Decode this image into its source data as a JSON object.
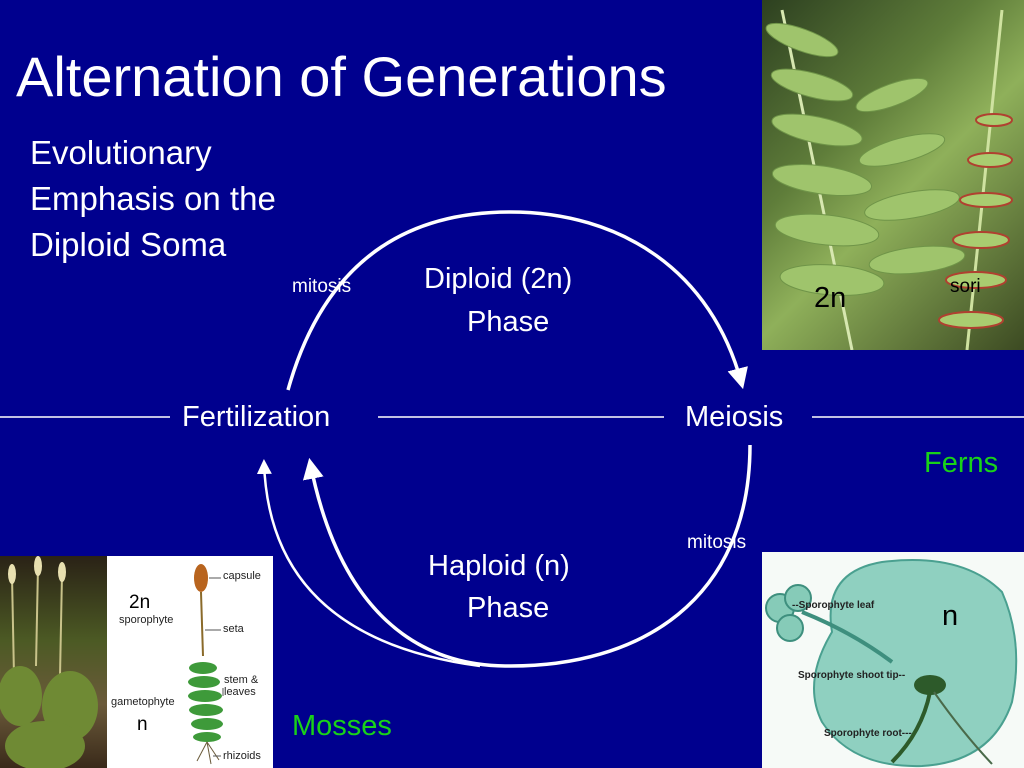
{
  "slide": {
    "title": "Alternation of Generations",
    "subtitle": "Evolutionary Emphasis on the Diploid Soma"
  },
  "cycle": {
    "fertilization": "Fertilization",
    "meiosis": "Meiosis",
    "diploid_phase_line1": "Diploid (2n)",
    "diploid_phase_line2": "Phase",
    "haploid_phase_line1": "Haploid (n)",
    "haploid_phase_line2": "Phase",
    "mitosis_top": "mitosis",
    "mitosis_bottom": "mitosis"
  },
  "groups": {
    "ferns": "Ferns",
    "mosses": "Mosses"
  },
  "fern_photo": {
    "ploidy": "2n",
    "sori": "sori"
  },
  "moss_drawing": {
    "ploidy_top": "2n",
    "sporophyte": "sporophyte",
    "gametophyte": "gametophyte",
    "ploidy_bottom": "n",
    "capsule": "capsule",
    "seta": "seta",
    "stem_leaves_1": "stem &",
    "stem_leaves_2": "leaves",
    "rhizoids": "rhizoids"
  },
  "gametophyte_photo": {
    "ploidy": "n",
    "sporophyte_leaf": "--Sporophyte leaf",
    "sporophyte_shoot_tip": "Sporophyte shoot tip--",
    "sporophyte_root": "Sporophyte root---"
  },
  "colors": {
    "background": "#00008e",
    "text": "#ffffff",
    "accent": "#19d219"
  }
}
